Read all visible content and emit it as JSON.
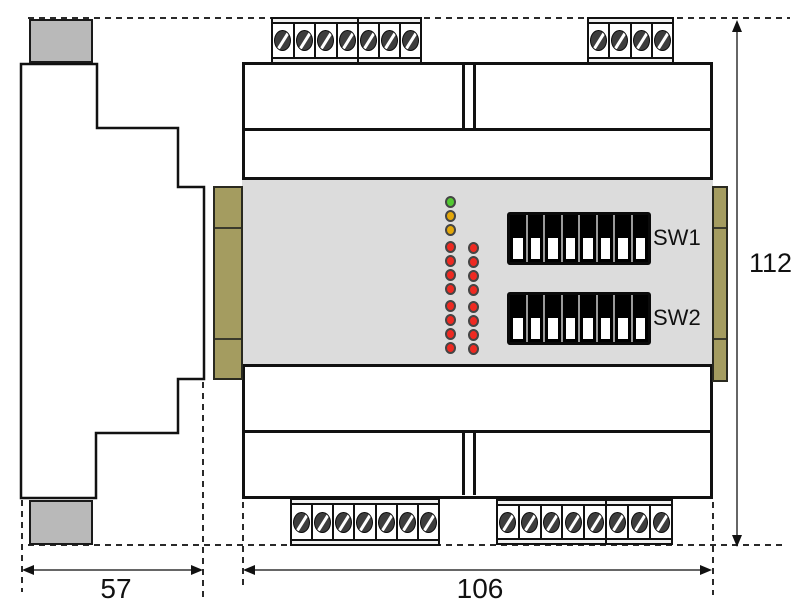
{
  "drawing": {
    "description": "Dimensional outline drawing of a DIN-rail I/O module: side view on the left, front view on the right, with overall dimensions",
    "dimension_labels": {
      "side_depth": "57",
      "front_width": "106",
      "front_height": "112"
    },
    "switch_labels": {
      "sw1": "SW1",
      "sw2": "SW2"
    },
    "terminal_blocks": {
      "top_left_a": {
        "terminals": 4
      },
      "top_left_b": {
        "terminals": 3
      },
      "top_right": {
        "terminals": 4
      },
      "bottom_left": {
        "terminals": 7
      },
      "bottom_right_a": {
        "terminals": 5
      },
      "bottom_right_b": {
        "terminals": 3
      }
    },
    "leds": {
      "column_left": [
        [
          "green",
          "yellow",
          "yellow"
        ],
        [
          "red",
          "red",
          "red",
          "red"
        ],
        [
          "red",
          "red",
          "red",
          "red"
        ]
      ],
      "column_right": [
        [
          "red",
          "red",
          "red",
          "red"
        ],
        [
          "red",
          "red",
          "red",
          "red"
        ]
      ]
    },
    "dip_switches": {
      "sw1_positions": 8,
      "sw2_positions": 8,
      "state": "all levers down"
    },
    "colors": {
      "panel_gray": "#dcdcdc",
      "connector_block_gray": "#b9b9b9",
      "rail_olive": "#a49c60",
      "led_green": "#52c832",
      "led_yellow": "#e3a70a",
      "led_red": "#ee2a22",
      "line_black": "#111111"
    }
  }
}
